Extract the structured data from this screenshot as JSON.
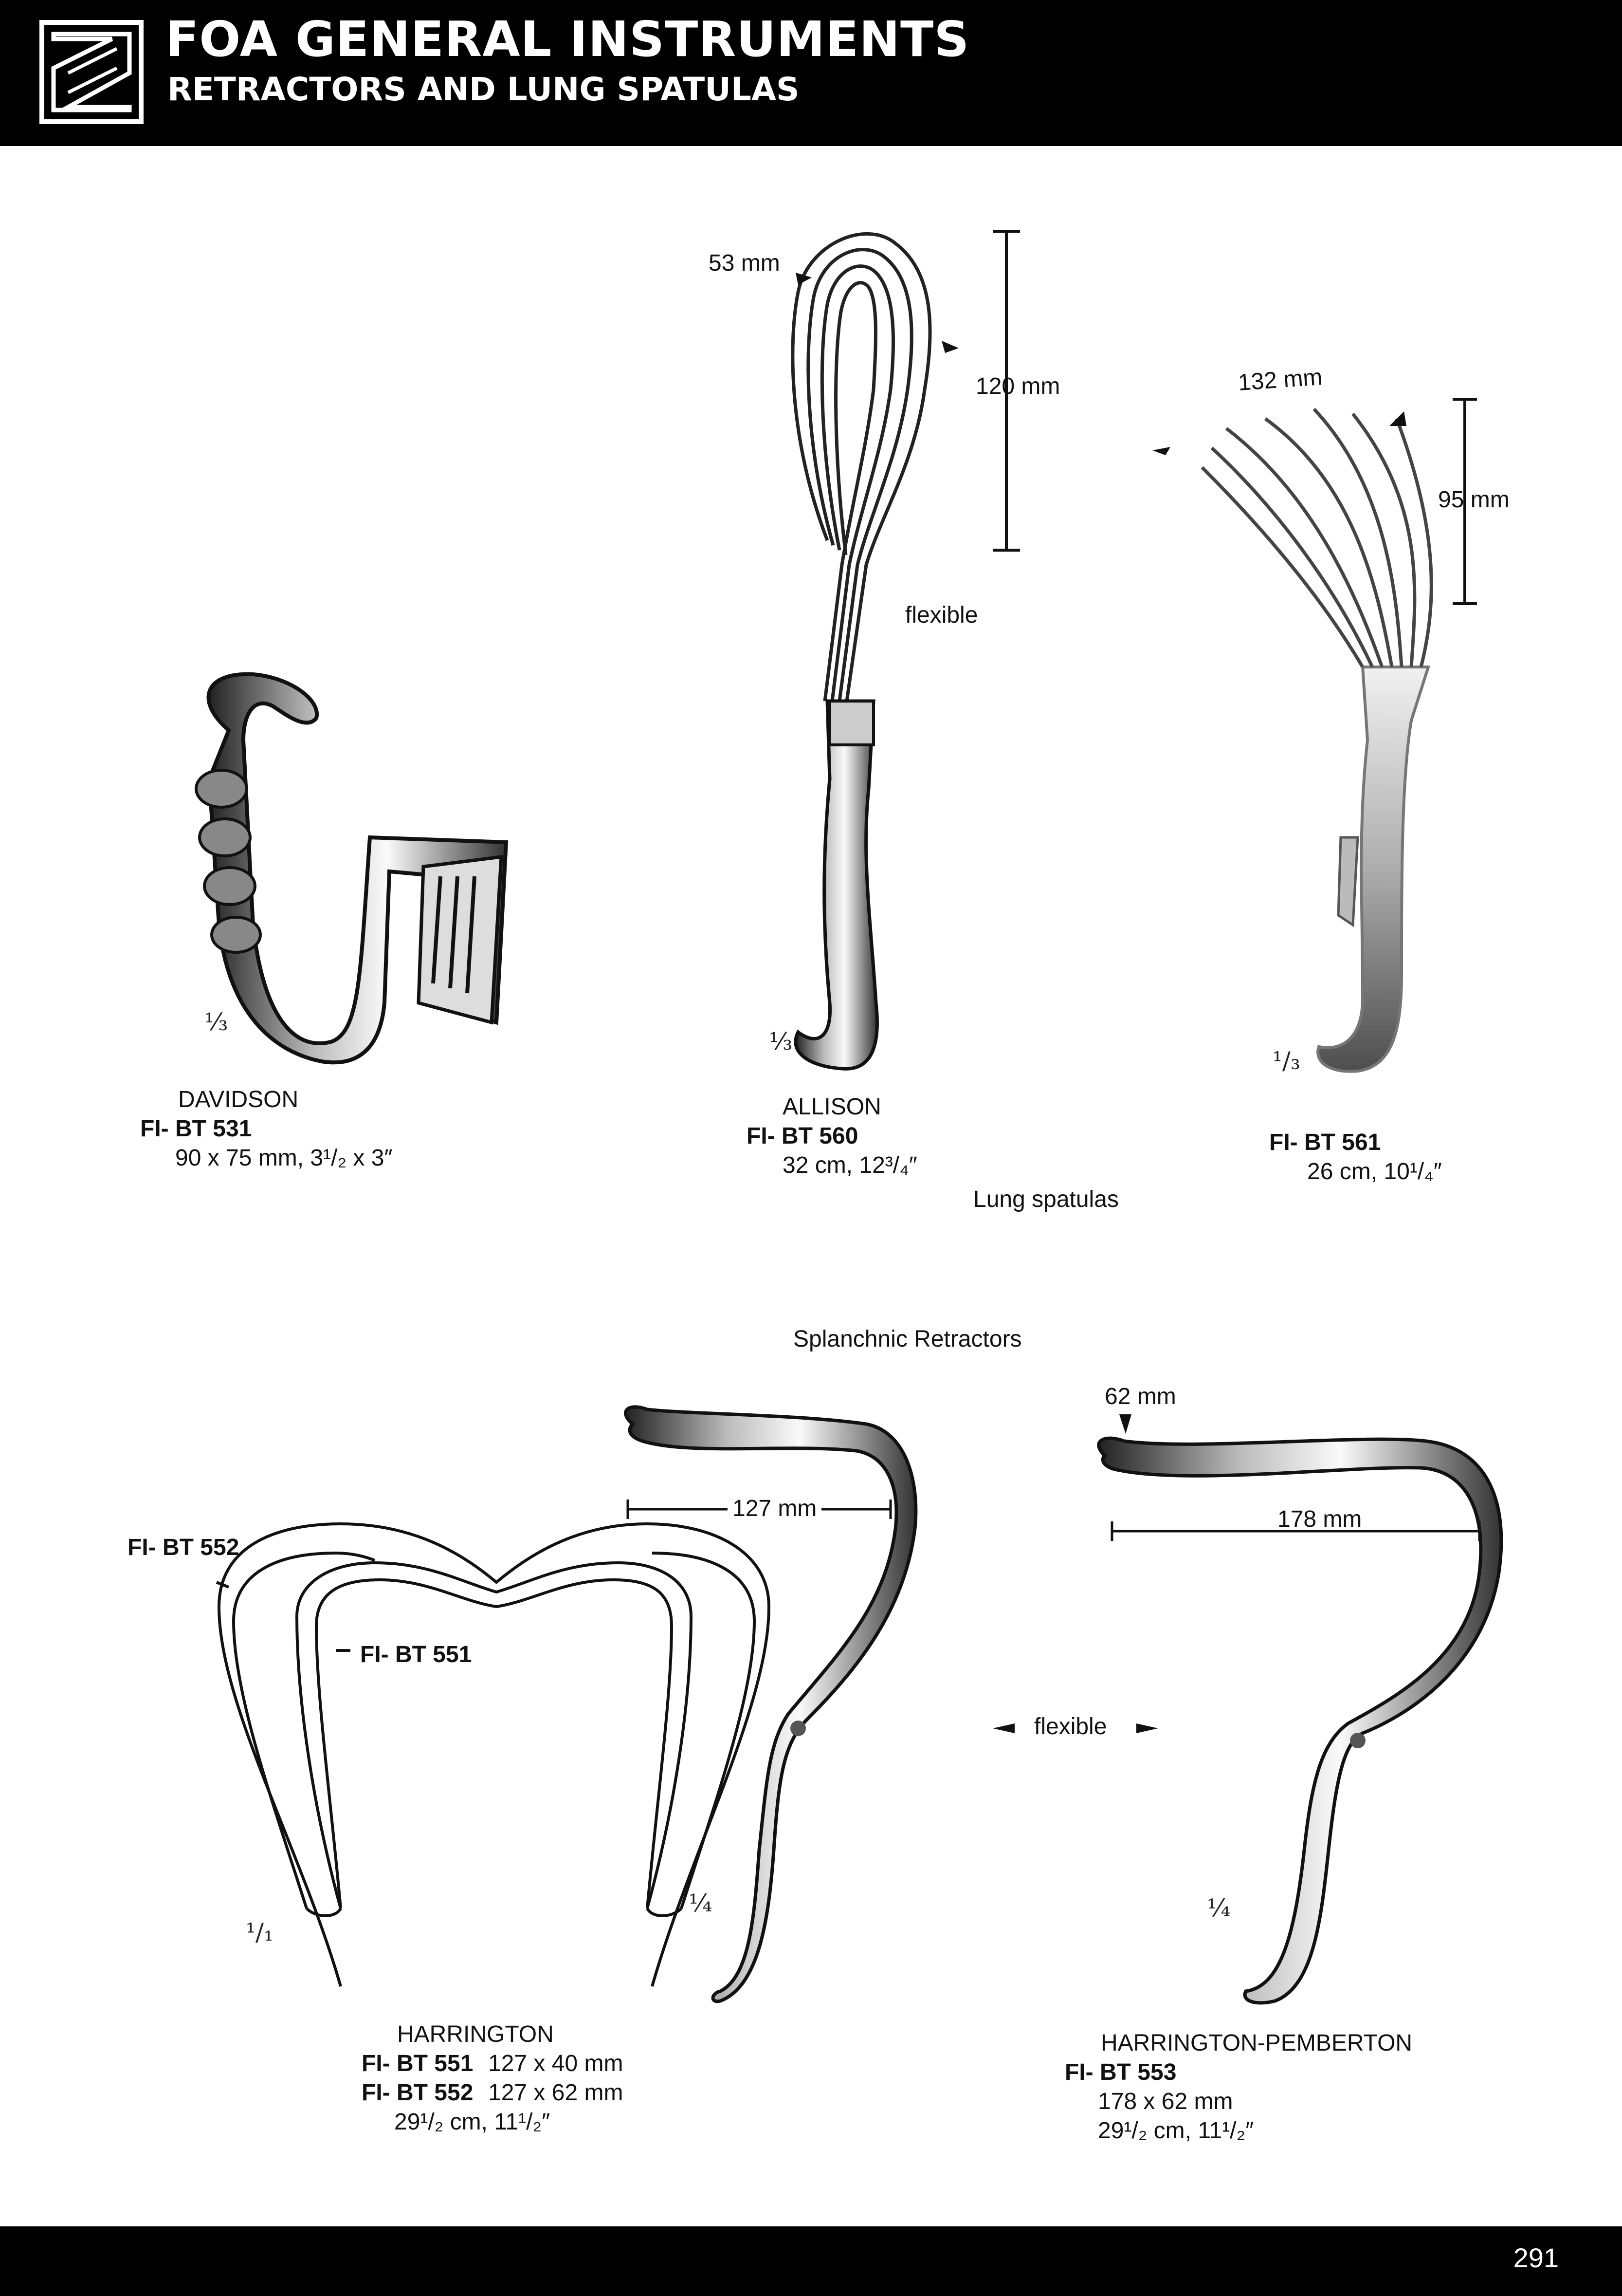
{
  "header": {
    "title": "FOA GENERAL INSTRUMENTS",
    "subtitle": "RETRACTORS AND LUNG SPATULAS",
    "logo": "foa-logo"
  },
  "section_labels": {
    "lung_spatulas": "Lung spatulas",
    "splanchnic_retractors": "Splanchnic Retractors"
  },
  "instruments": {
    "davidson": {
      "name": "DAVIDSON",
      "code": "FI- BT 531",
      "spec": "90 x 75 mm, 3¹/₂ x 3″",
      "scale": "⅓"
    },
    "allison": {
      "name": "ALLISON",
      "code": "FI- BT 560",
      "spec": "32 cm, 12³/₄″",
      "scale": "⅓",
      "dim_width": "53 mm",
      "dim_height": "120 mm",
      "note": "flexible"
    },
    "bt561": {
      "code": "FI- BT 561",
      "spec": "26 cm, 10¹/₄″",
      "scale": "¹/₃",
      "dim_width": "132 mm",
      "dim_height": "95 mm"
    },
    "harrington": {
      "name": "HARRINGTON",
      "code_551": "FI- BT 551",
      "spec_551": "127 x 40 mm",
      "code_552": "FI- BT 552",
      "spec_552": "127 x 62 mm",
      "length": "29¹/₂ cm, 11¹/₂″",
      "label_552": "FI- BT 552",
      "label_551": "FI- BT 551",
      "scale_outline": "¹/₁",
      "scale_side": "¼",
      "dim_width": "127  mm"
    },
    "harrington_pemberton": {
      "name": "HARRINGTON-PEMBERTON",
      "code": "FI- BT 553",
      "spec": "178 x 62 mm",
      "length": "29¹/₂ cm, 11¹/₂″",
      "scale": "¼",
      "dim_tip": "62 mm",
      "dim_width": "178 mm"
    },
    "flexible_label": "flexible"
  },
  "footer": {
    "page_number": "291"
  }
}
